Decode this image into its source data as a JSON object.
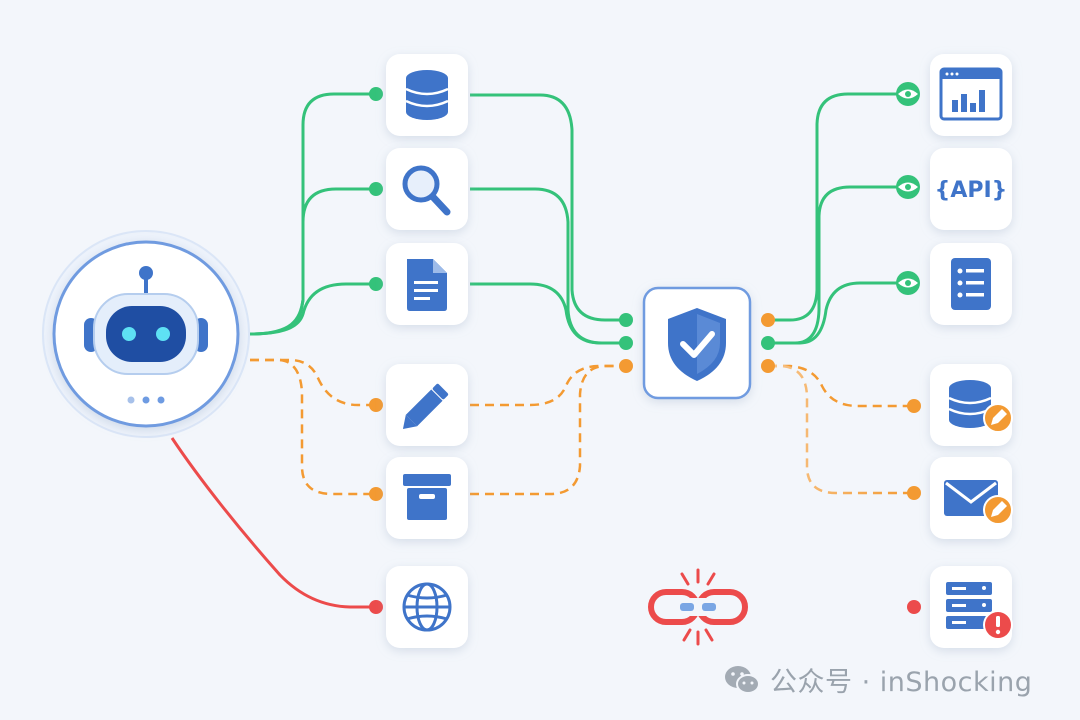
{
  "colors": {
    "background": "#f3f6fb",
    "allowed_read": "#34c27a",
    "write_dashed": "#f39a32",
    "blocked": "#ec4b4b",
    "icon_blue": "#3f74c9",
    "card_white": "#ffffff"
  },
  "agent": {
    "icon": "robot-icon"
  },
  "tools": [
    {
      "name": "tool-database",
      "icon": "database-icon"
    },
    {
      "name": "tool-search",
      "icon": "search-icon"
    },
    {
      "name": "tool-document",
      "icon": "document-icon"
    },
    {
      "name": "tool-edit",
      "icon": "pencil-icon"
    },
    {
      "name": "tool-archive",
      "icon": "archive-box-icon"
    },
    {
      "name": "tool-web",
      "icon": "globe-icon"
    }
  ],
  "gateway": {
    "icon": "shield-check-icon"
  },
  "targets": [
    {
      "name": "target-dashboard",
      "icon": "bar-chart-window-icon",
      "badge": "eye-icon"
    },
    {
      "name": "target-api",
      "icon": "api-braces-icon",
      "label": "{API}",
      "badge": "eye-icon"
    },
    {
      "name": "target-checklist",
      "icon": "checklist-icon",
      "badge": "eye-icon"
    },
    {
      "name": "target-database-write",
      "icon": "database-icon",
      "badge": "pencil-badge-icon"
    },
    {
      "name": "target-mail-write",
      "icon": "envelope-icon",
      "badge": "pencil-badge-icon"
    },
    {
      "name": "target-server-blocked",
      "icon": "server-rack-icon",
      "badge": "alert-badge-icon"
    }
  ],
  "broken_link": {
    "icon": "broken-chain-icon"
  },
  "watermark": {
    "icon": "wechat-icon",
    "text": "公众号 · inShocking"
  }
}
